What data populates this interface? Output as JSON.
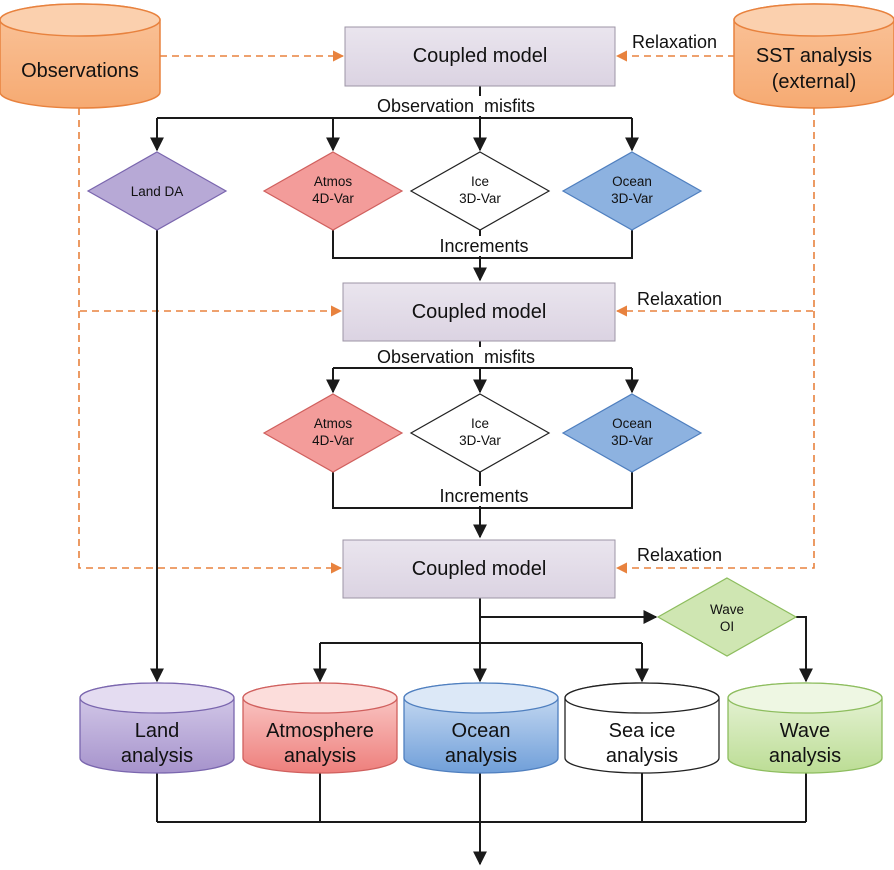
{
  "observations_label": "Observations",
  "sst": {
    "line1": "SST analysis",
    "line2": "(external)"
  },
  "coupled_model_label": "Coupled model",
  "relaxation_label": "Relaxation",
  "misfits_label": "Observation  misfits",
  "increments_label": "Increments",
  "land_da_label": "Land DA",
  "atmos": {
    "line1": "Atmos",
    "line2": "4D-Var"
  },
  "ice": {
    "line1": "Ice",
    "line2": "3D-Var"
  },
  "ocean": {
    "line1": "Ocean",
    "line2": "3D-Var"
  },
  "wave_oi": {
    "line1": "Wave",
    "line2": "OI"
  },
  "outputs": {
    "land": {
      "line1": "Land",
      "line2": "analysis"
    },
    "atmosphere": {
      "line1": "Atmosphere",
      "line2": "analysis"
    },
    "ocean": {
      "line1": "Ocean",
      "line2": "analysis"
    },
    "seaice": {
      "line1": "Sea ice",
      "line2": "analysis"
    },
    "wave": {
      "line1": "Wave",
      "line2": "analysis"
    }
  },
  "colors": {
    "orange_fill": "#F9B98A",
    "orange_stroke": "#E8823E",
    "model_fill": "#E3DDE8",
    "land_fill": "#B7A9D6",
    "atmos_fill": "#F39C9A",
    "ocean_fill": "#8DB2E0",
    "wave_fill": "#CFE6B2"
  }
}
